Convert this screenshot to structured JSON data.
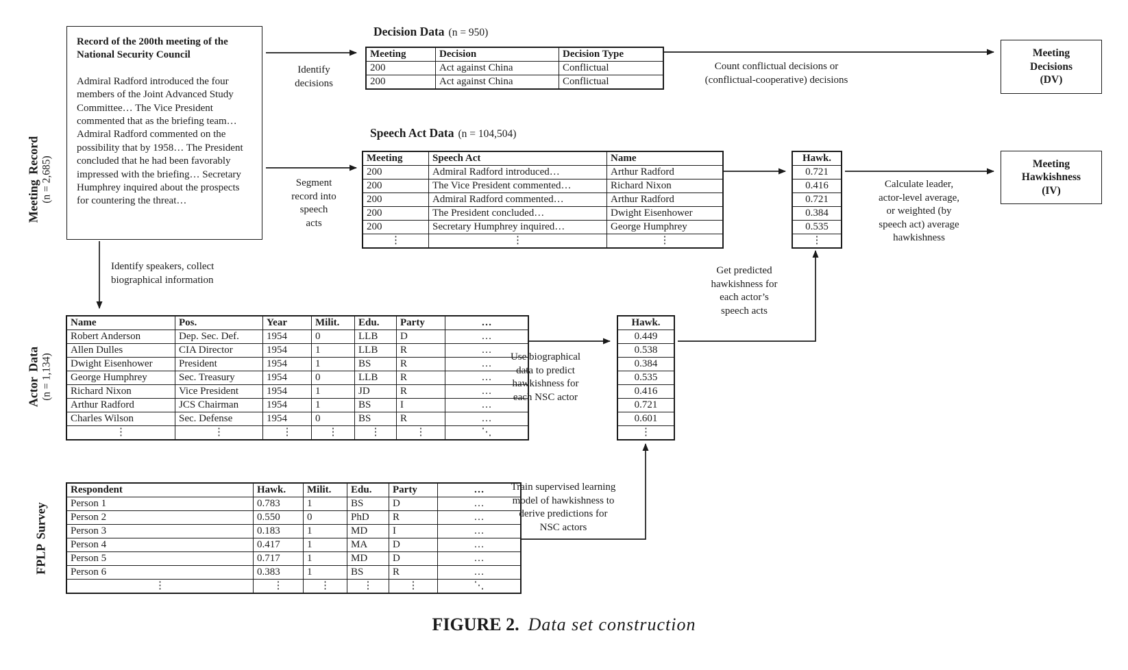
{
  "figure_caption": {
    "label": "FIGURE 2.",
    "title": "Data set construction"
  },
  "meeting_record": {
    "side_label": "Meeting Record",
    "side_count": "(n = 2,685)",
    "title": "Record of the 200th meeting of the National Security Council",
    "body": "Admiral Radford introduced the four members of the Joint Advanced Study Committee… The Vice President commented that as the briefing team… Admiral Radford commented on the possibility that by 1958… The President concluded that he had been favorably impressed with the briefing… Secretary Humphrey inquired about the prospects for countering the threat…"
  },
  "process_labels": {
    "identify_decisions": "Identify\ndecisions",
    "segment_record": "Segment\nrecord into\nspeech\nacts",
    "identify_speakers": "Identify speakers, collect\nbiographical information",
    "count_decisions": "Count conflictual decisions or\n(conflictual-cooperative) decisions",
    "calculate_average": "Calculate leader,\nactor-level average,\nor weighted (by\nspeech act) average\nhawkishness",
    "use_biographical": "Use biographical\ndata to predict\nhawkishness for\neach NSC actor",
    "get_predicted": "Get predicted\nhawkishness for\neach actor’s\nspeech acts",
    "train_model": "Train supervised learning\nmodel of hawkishness to\nderive predictions for\nNSC actors"
  },
  "decision_data": {
    "title": "Decision Data",
    "count": "(n = 950)",
    "headers": [
      "Meeting",
      "Decision",
      "Decision Type"
    ],
    "rows": [
      [
        "200",
        "Act against China",
        "Conflictual"
      ],
      [
        "200",
        "Act against China",
        "Conflictual"
      ]
    ]
  },
  "speech_act_data": {
    "title": "Speech Act Data",
    "count": "(n = 104,504)",
    "headers": [
      "Meeting",
      "Speech Act",
      "Name"
    ],
    "rows": [
      [
        "200",
        "Admiral Radford introduced…",
        "Arthur Radford"
      ],
      [
        "200",
        "The Vice President commented…",
        "Richard Nixon"
      ],
      [
        "200",
        "Admiral Radford commented…",
        "Arthur Radford"
      ],
      [
        "200",
        "The President concluded…",
        "Dwight Eisenhower"
      ],
      [
        "200",
        "Secretary Humphrey inquired…",
        "George Humphrey"
      ],
      [
        "⋮",
        "⋮",
        "⋮"
      ]
    ]
  },
  "speech_hawk": {
    "header": "Hawk.",
    "values": [
      "0.721",
      "0.416",
      "0.721",
      "0.384",
      "0.535",
      "⋮"
    ]
  },
  "actor_hawk": {
    "header": "Hawk.",
    "values": [
      "0.449",
      "0.538",
      "0.384",
      "0.535",
      "0.416",
      "0.721",
      "0.601",
      "⋮"
    ]
  },
  "actor_data": {
    "side_label": "Actor Data",
    "side_count": "(n = 1,134)",
    "headers": [
      "Name",
      "Pos.",
      "Year",
      "Milit.",
      "Edu.",
      "Party",
      "…"
    ],
    "rows": [
      [
        "Robert Anderson",
        "Dep. Sec. Def.",
        "1954",
        "0",
        "LLB",
        "D",
        "…"
      ],
      [
        "Allen Dulles",
        "CIA Director",
        "1954",
        "1",
        "LLB",
        "R",
        "…"
      ],
      [
        "Dwight Eisenhower",
        "President",
        "1954",
        "1",
        "BS",
        "R",
        "…"
      ],
      [
        "George Humphrey",
        "Sec. Treasury",
        "1954",
        "0",
        "LLB",
        "R",
        "…"
      ],
      [
        "Richard Nixon",
        "Vice President",
        "1954",
        "1",
        "JD",
        "R",
        "…"
      ],
      [
        "Arthur Radford",
        "JCS Chairman",
        "1954",
        "1",
        "BS",
        "I",
        "…"
      ],
      [
        "Charles Wilson",
        "Sec. Defense",
        "1954",
        "0",
        "BS",
        "R",
        "…"
      ],
      [
        "⋮",
        "⋮",
        "⋮",
        "⋮",
        "⋮",
        "⋮",
        "⋱"
      ]
    ]
  },
  "fplp_survey": {
    "side_label": "FPLP Survey",
    "headers": [
      "Respondent",
      "Hawk.",
      "Milit.",
      "Edu.",
      "Party",
      "…"
    ],
    "rows": [
      [
        "Person 1",
        "0.783",
        "1",
        "BS",
        "D",
        "…"
      ],
      [
        "Person 2",
        "0.550",
        "0",
        "PhD",
        "R",
        "…"
      ],
      [
        "Person 3",
        "0.183",
        "1",
        "MD",
        "I",
        "…"
      ],
      [
        "Person 4",
        "0.417",
        "1",
        "MA",
        "D",
        "…"
      ],
      [
        "Person 5",
        "0.717",
        "1",
        "MD",
        "D",
        "…"
      ],
      [
        "Person 6",
        "0.383",
        "1",
        "BS",
        "R",
        "…"
      ],
      [
        "⋮",
        "⋮",
        "⋮",
        "⋮",
        "⋮",
        "⋱"
      ]
    ]
  },
  "outputs": {
    "meeting_decisions": "Meeting\nDecisions\n(DV)",
    "meeting_hawkishness": "Meeting\nHawkishness\n(IV)"
  }
}
